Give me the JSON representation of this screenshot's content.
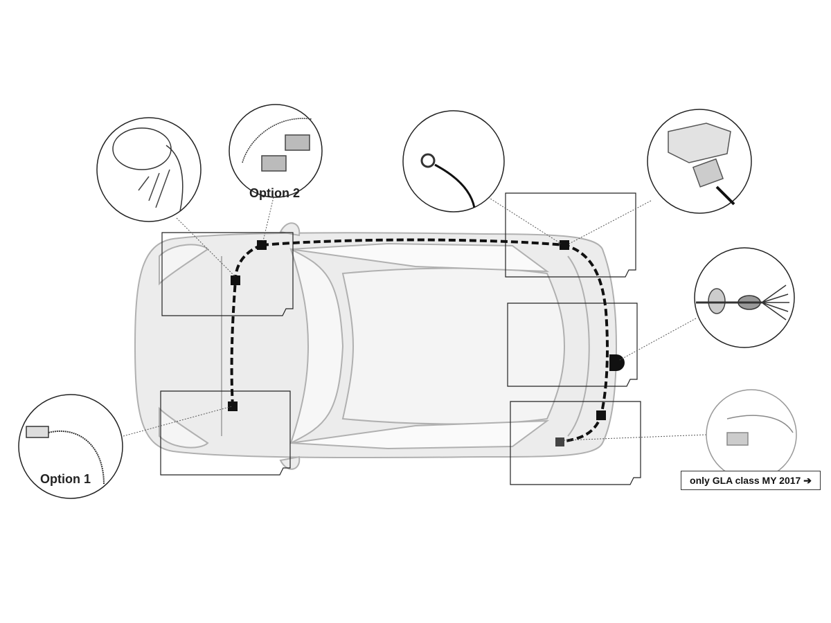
{
  "labels": {
    "option1": "Option 1",
    "option2": "Option 2",
    "note": "only GLA class MY 2017 ➔"
  },
  "colors": {
    "car_body": "#e6e6e6",
    "car_outline": "#b5b5b5",
    "harness": "#111111",
    "frames": "#222222"
  }
}
